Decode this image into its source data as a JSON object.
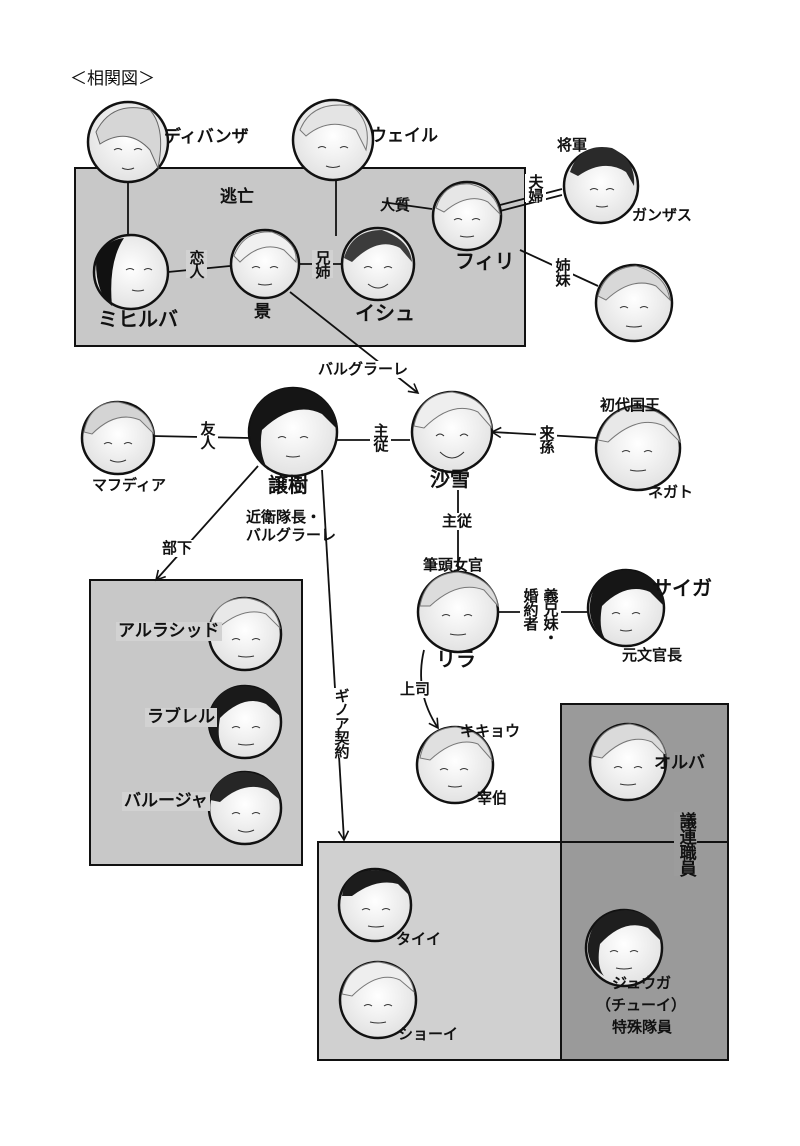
{
  "title": "＜相関図＞",
  "groups": {
    "escape": "逃亡"
  },
  "characters": {
    "divanza": "ディバンザ",
    "weil": "ウェイル",
    "shogun": "将軍",
    "ganzasu": "ガンザス",
    "mihiruba": "ミヒルバ",
    "kei": "景",
    "ishu": "イシュ",
    "firi": "フィリ",
    "sayuki": "沙雪",
    "shodai": "初代国王",
    "negato": "ネガト",
    "mafudia": "マフディア",
    "joju": "譲樹",
    "hittou": "筆頭女官",
    "rira": "リラ",
    "saiga": "サイガ",
    "motobun": "元文官長",
    "kikyou": "キキョウ",
    "saihaku": "宰伯",
    "arurashiddo": "アルラシッド",
    "rabureru": "ラブレル",
    "barujya": "バルージャ",
    "oruba": "オルバ",
    "taii": "タイイ",
    "shoui": "ショーイ",
    "juuga": "ジュウガ",
    "chuui": "（チューイ）",
    "tokushu": "特殊隊員"
  },
  "relations": {
    "koibito": "恋人",
    "kyoudai": "兄姉",
    "hitojichi": "人質",
    "fuufu": "夫婦",
    "shimai": "姉妹",
    "barugurare": "バルグラーレ",
    "yuujin": "友人",
    "shuujuu1": "主従",
    "raison": "来孫",
    "konei1": "近衛隊長・",
    "konei2": "バルグラーレ",
    "shuujuu2": "主従",
    "buka": "部下",
    "konyaku": "婚約者",
    "gikyoudai": "義兄妹・",
    "joushi": "上司",
    "ginoa": "ギノア契約",
    "giren": "議連職員"
  }
}
